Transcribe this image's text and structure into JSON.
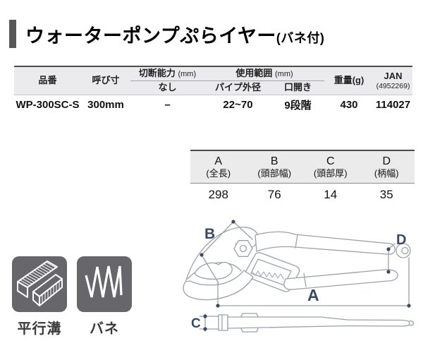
{
  "title": {
    "main": "ウォーターポンプぷらイヤー",
    "suffix": "(バネ付)"
  },
  "spec_table": {
    "headers": {
      "part_no": "品番",
      "nominal_size": "呼び寸",
      "cutting": "切断能力",
      "cutting_unit": "(mm)",
      "cutting_sub": "なし",
      "usage": "使用範囲",
      "usage_unit": "(mm)",
      "pipe_od": "パイプ外径",
      "jaw_opening": "口開き",
      "weight": "重量(g)",
      "jan": "JAN",
      "jan_code": "(4952269)"
    },
    "row": {
      "part_no": "WP-300SC-S",
      "nominal_size": "300mm",
      "cutting": "–",
      "pipe_od": "22~70",
      "jaw_opening": "9段階",
      "weight": "430",
      "jan": "114027"
    }
  },
  "dimension_table": {
    "columns": [
      {
        "letter": "A",
        "name": "(全長)",
        "value": "298"
      },
      {
        "letter": "B",
        "name": "(頭部幅)",
        "value": "76"
      },
      {
        "letter": "C",
        "name": "(頭部厚)",
        "value": "14"
      },
      {
        "letter": "D",
        "name": "(柄幅)",
        "value": "35"
      }
    ]
  },
  "diagram": {
    "labels": {
      "a": "A",
      "b": "B",
      "c": "C",
      "d": "D"
    }
  },
  "features": [
    {
      "icon": "parallel-groove-icon",
      "label": "平行溝"
    },
    {
      "icon": "spring-icon",
      "label": "バネ"
    }
  ],
  "colors": {
    "title_bar": "#58585a",
    "table_header_bg": "#ebebed",
    "rule_dark": "#4b4b4d",
    "icon_bg": "#67676b",
    "diagram_line": "#9ba0ab",
    "diagram_label": "#3b4a63"
  }
}
